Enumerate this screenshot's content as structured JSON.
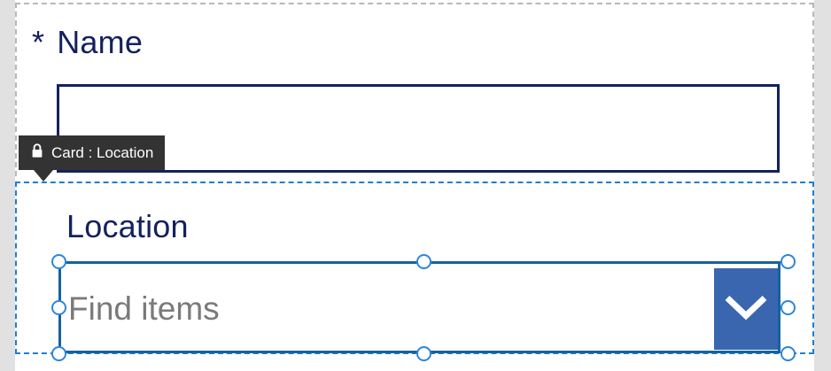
{
  "form": {
    "name_field": {
      "required_marker": "*",
      "label": "Name",
      "value": "",
      "placeholder": ""
    },
    "location_card": {
      "label": "Location",
      "combo": {
        "value": "",
        "placeholder": "Find items",
        "dropdown_icon": "chevron-down-icon"
      }
    }
  },
  "tooltip": {
    "icon": "lock-icon",
    "text": "Card : Location"
  },
  "colors": {
    "label_navy": "#14215e",
    "field_border_navy": "#14215e",
    "selection_blue": "#2e86d8",
    "card_dash_blue": "#1f7fd0",
    "card_dash_gray": "#b8b8b8",
    "dropdown_button_blue": "#3a66b0",
    "placeholder_gray": "#7a7a7a",
    "tooltip_bg": "#333333",
    "canvas_gray": "#e1e1e1"
  }
}
